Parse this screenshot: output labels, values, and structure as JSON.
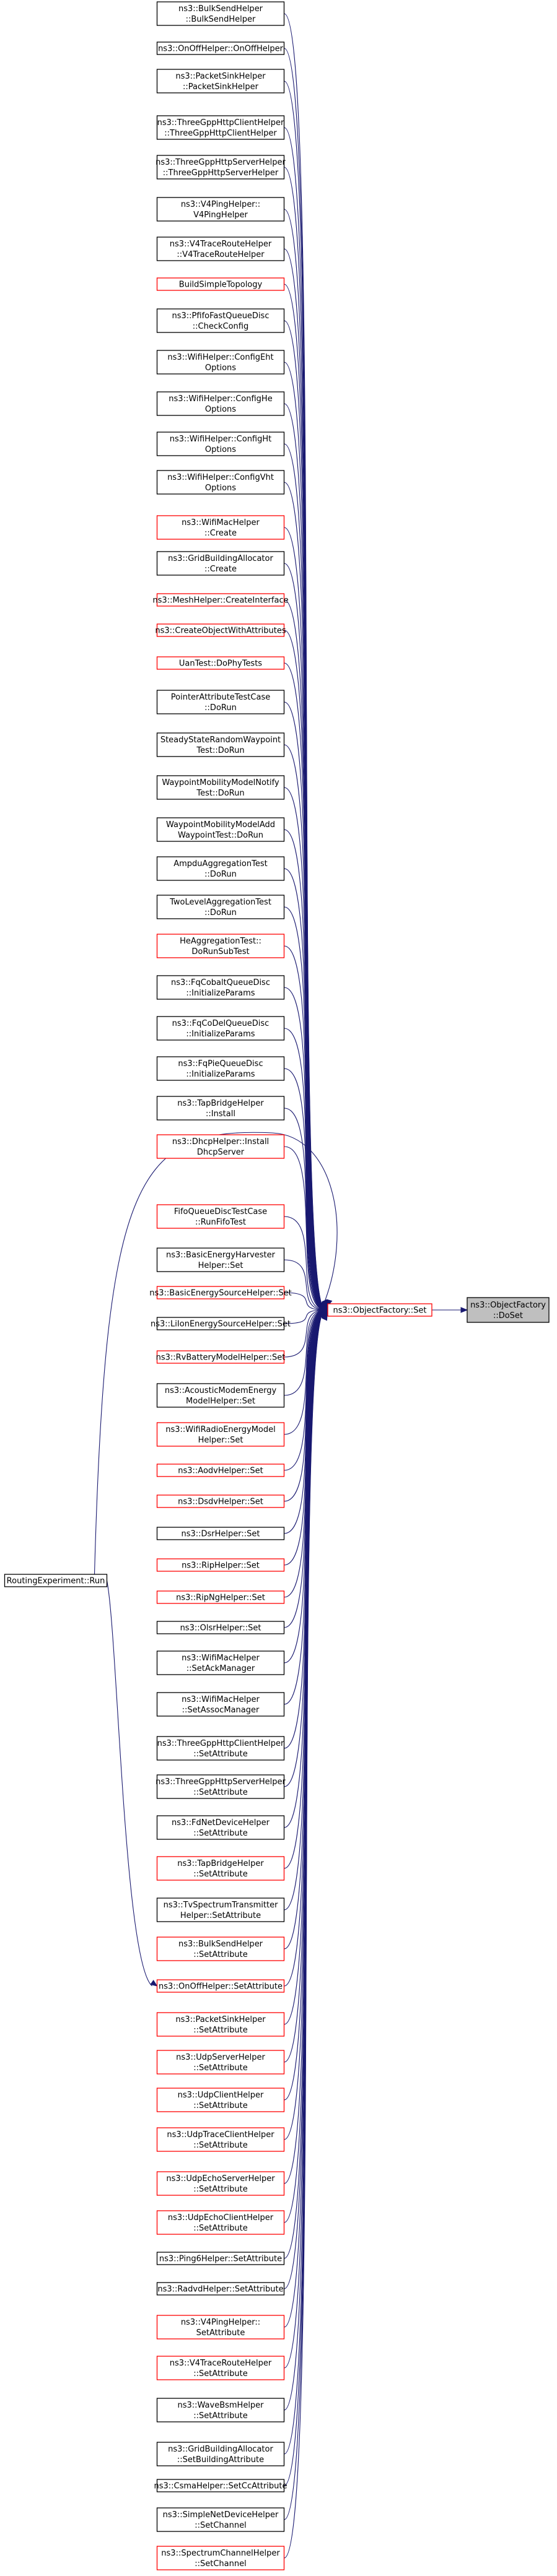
{
  "target": {
    "id": "target",
    "lines": [
      "ns3::ObjectFactory",
      "::DoSet"
    ]
  },
  "hub": {
    "id": "hub",
    "lines": [
      "ns3::ObjectFactory::Set"
    ],
    "border": "red"
  },
  "routing": {
    "id": "routing",
    "lines": [
      "RoutingExperiment::Run"
    ],
    "border": "black"
  },
  "callers": [
    {
      "id": "n1",
      "lines": [
        "ns3::BulkSendHelper",
        "::BulkSendHelper"
      ],
      "border": "black"
    },
    {
      "id": "n2",
      "lines": [
        "ns3::OnOffHelper::OnOffHelper"
      ],
      "border": "black"
    },
    {
      "id": "n3",
      "lines": [
        "ns3::PacketSinkHelper",
        "::PacketSinkHelper"
      ],
      "border": "black"
    },
    {
      "id": "n4",
      "lines": [
        "ns3::ThreeGppHttpClientHelper",
        "::ThreeGppHttpClientHelper"
      ],
      "border": "black"
    },
    {
      "id": "n5",
      "lines": [
        "ns3::ThreeGppHttpServerHelper",
        "::ThreeGppHttpServerHelper"
      ],
      "border": "black"
    },
    {
      "id": "n6",
      "lines": [
        "ns3::V4PingHelper::",
        "V4PingHelper"
      ],
      "border": "black"
    },
    {
      "id": "n7",
      "lines": [
        "ns3::V4TraceRouteHelper",
        "::V4TraceRouteHelper"
      ],
      "border": "black"
    },
    {
      "id": "n8",
      "lines": [
        "BuildSimpleTopology"
      ],
      "border": "red"
    },
    {
      "id": "n9",
      "lines": [
        "ns3::PfifoFastQueueDisc",
        "::CheckConfig"
      ],
      "border": "black"
    },
    {
      "id": "n10",
      "lines": [
        "ns3::WifiHelper::ConfigEht",
        "Options"
      ],
      "border": "black"
    },
    {
      "id": "n11",
      "lines": [
        "ns3::WifiHelper::ConfigHe",
        "Options"
      ],
      "border": "black"
    },
    {
      "id": "n12",
      "lines": [
        "ns3::WifiHelper::ConfigHt",
        "Options"
      ],
      "border": "black"
    },
    {
      "id": "n13",
      "lines": [
        "ns3::WifiHelper::ConfigVht",
        "Options"
      ],
      "border": "black"
    },
    {
      "id": "n14",
      "lines": [
        "ns3::WifiMacHelper",
        "::Create"
      ],
      "border": "red"
    },
    {
      "id": "n15",
      "lines": [
        "ns3::GridBuildingAllocator",
        "::Create"
      ],
      "border": "black"
    },
    {
      "id": "n16",
      "lines": [
        "ns3::MeshHelper::CreateInterface"
      ],
      "border": "red"
    },
    {
      "id": "n17",
      "lines": [
        "ns3::CreateObjectWithAttributes"
      ],
      "border": "red"
    },
    {
      "id": "n18",
      "lines": [
        "UanTest::DoPhyTests"
      ],
      "border": "red"
    },
    {
      "id": "n19",
      "lines": [
        "PointerAttributeTestCase",
        "::DoRun"
      ],
      "border": "black"
    },
    {
      "id": "n20",
      "lines": [
        "SteadyStateRandomWaypoint",
        "Test::DoRun"
      ],
      "border": "black"
    },
    {
      "id": "n21",
      "lines": [
        "WaypointMobilityModelNotify",
        "Test::DoRun"
      ],
      "border": "black"
    },
    {
      "id": "n22",
      "lines": [
        "WaypointMobilityModelAdd",
        "WaypointTest::DoRun"
      ],
      "border": "black"
    },
    {
      "id": "n23",
      "lines": [
        "AmpduAggregationTest",
        "::DoRun"
      ],
      "border": "black"
    },
    {
      "id": "n24",
      "lines": [
        "TwoLevelAggregationTest",
        "::DoRun"
      ],
      "border": "black"
    },
    {
      "id": "n25",
      "lines": [
        "HeAggregationTest::",
        "DoRunSubTest"
      ],
      "border": "red"
    },
    {
      "id": "n26",
      "lines": [
        "ns3::FqCobaltQueueDisc",
        "::InitializeParams"
      ],
      "border": "black"
    },
    {
      "id": "n27",
      "lines": [
        "ns3::FqCoDelQueueDisc",
        "::InitializeParams"
      ],
      "border": "black"
    },
    {
      "id": "n28",
      "lines": [
        "ns3::FqPieQueueDisc",
        "::InitializeParams"
      ],
      "border": "black"
    },
    {
      "id": "n29",
      "lines": [
        "ns3::TapBridgeHelper",
        "::Install"
      ],
      "border": "black"
    },
    {
      "id": "n30",
      "lines": [
        "ns3::DhcpHelper::Install",
        "DhcpServer"
      ],
      "border": "red"
    },
    {
      "id": "n31",
      "lines": [
        "FifoQueueDiscTestCase",
        "::RunFifoTest"
      ],
      "border": "red"
    },
    {
      "id": "n32",
      "lines": [
        "ns3::BasicEnergyHarvester",
        "Helper::Set"
      ],
      "border": "black"
    },
    {
      "id": "n33",
      "lines": [
        "ns3::BasicEnergySourceHelper::Set"
      ],
      "border": "red"
    },
    {
      "id": "n34",
      "lines": [
        "ns3::LiIonEnergySourceHelper::Set"
      ],
      "border": "black"
    },
    {
      "id": "n35",
      "lines": [
        "ns3::RvBatteryModelHelper::Set"
      ],
      "border": "red"
    },
    {
      "id": "n36",
      "lines": [
        "ns3::AcousticModemEnergy",
        "ModelHelper::Set"
      ],
      "border": "black"
    },
    {
      "id": "n37",
      "lines": [
        "ns3::WifiRadioEnergyModel",
        "Helper::Set"
      ],
      "border": "red"
    },
    {
      "id": "n38",
      "lines": [
        "ns3::AodvHelper::Set"
      ],
      "border": "red"
    },
    {
      "id": "n39",
      "lines": [
        "ns3::DsdvHelper::Set"
      ],
      "border": "red"
    },
    {
      "id": "n40",
      "lines": [
        "ns3::DsrHelper::Set"
      ],
      "border": "black"
    },
    {
      "id": "n41",
      "lines": [
        "ns3::RipHelper::Set"
      ],
      "border": "red"
    },
    {
      "id": "n42",
      "lines": [
        "ns3::RipNgHelper::Set"
      ],
      "border": "red"
    },
    {
      "id": "n43",
      "lines": [
        "ns3::OlsrHelper::Set"
      ],
      "border": "black"
    },
    {
      "id": "n44",
      "lines": [
        "ns3::WifiMacHelper",
        "::SetAckManager"
      ],
      "border": "black"
    },
    {
      "id": "n45",
      "lines": [
        "ns3::WifiMacHelper",
        "::SetAssocManager"
      ],
      "border": "black"
    },
    {
      "id": "n46",
      "lines": [
        "ns3::ThreeGppHttpClientHelper",
        "::SetAttribute"
      ],
      "border": "black"
    },
    {
      "id": "n47",
      "lines": [
        "ns3::ThreeGppHttpServerHelper",
        "::SetAttribute"
      ],
      "border": "black"
    },
    {
      "id": "n48",
      "lines": [
        "ns3::FdNetDeviceHelper",
        "::SetAttribute"
      ],
      "border": "black"
    },
    {
      "id": "n49",
      "lines": [
        "ns3::TapBridgeHelper",
        "::SetAttribute"
      ],
      "border": "red"
    },
    {
      "id": "n50",
      "lines": [
        "ns3::TvSpectrumTransmitter",
        "Helper::SetAttribute"
      ],
      "border": "black"
    },
    {
      "id": "n51",
      "lines": [
        "ns3::BulkSendHelper",
        "::SetAttribute"
      ],
      "border": "red"
    },
    {
      "id": "n52",
      "lines": [
        "ns3::OnOffHelper::SetAttribute"
      ],
      "border": "red"
    },
    {
      "id": "n53",
      "lines": [
        "ns3::PacketSinkHelper",
        "::SetAttribute"
      ],
      "border": "red"
    },
    {
      "id": "n54",
      "lines": [
        "ns3::UdpServerHelper",
        "::SetAttribute"
      ],
      "border": "red"
    },
    {
      "id": "n55",
      "lines": [
        "ns3::UdpClientHelper",
        "::SetAttribute"
      ],
      "border": "red"
    },
    {
      "id": "n56",
      "lines": [
        "ns3::UdpTraceClientHelper",
        "::SetAttribute"
      ],
      "border": "red"
    },
    {
      "id": "n57",
      "lines": [
        "ns3::UdpEchoServerHelper",
        "::SetAttribute"
      ],
      "border": "red"
    },
    {
      "id": "n58",
      "lines": [
        "ns3::UdpEchoClientHelper",
        "::SetAttribute"
      ],
      "border": "red"
    },
    {
      "id": "n59",
      "lines": [
        "ns3::Ping6Helper::SetAttribute"
      ],
      "border": "black"
    },
    {
      "id": "n60",
      "lines": [
        "ns3::RadvdHelper::SetAttribute"
      ],
      "border": "black"
    },
    {
      "id": "n61",
      "lines": [
        "ns3::V4PingHelper::",
        "SetAttribute"
      ],
      "border": "red"
    },
    {
      "id": "n62",
      "lines": [
        "ns3::V4TraceRouteHelper",
        "::SetAttribute"
      ],
      "border": "red"
    },
    {
      "id": "n63",
      "lines": [
        "ns3::WaveBsmHelper",
        "::SetAttribute"
      ],
      "border": "black"
    },
    {
      "id": "n64",
      "lines": [
        "ns3::GridBuildingAllocator",
        "::SetBuildingAttribute"
      ],
      "border": "black"
    },
    {
      "id": "n65",
      "lines": [
        "ns3::CsmaHelper::SetCcAttribute"
      ],
      "border": "black"
    },
    {
      "id": "n66",
      "lines": [
        "ns3::SimpleNetDeviceHelper",
        "::SetChannel"
      ],
      "border": "black"
    },
    {
      "id": "n67",
      "lines": [
        "ns3::SpectrumChannelHelper",
        "::SetChannel"
      ],
      "border": "red"
    }
  ]
}
